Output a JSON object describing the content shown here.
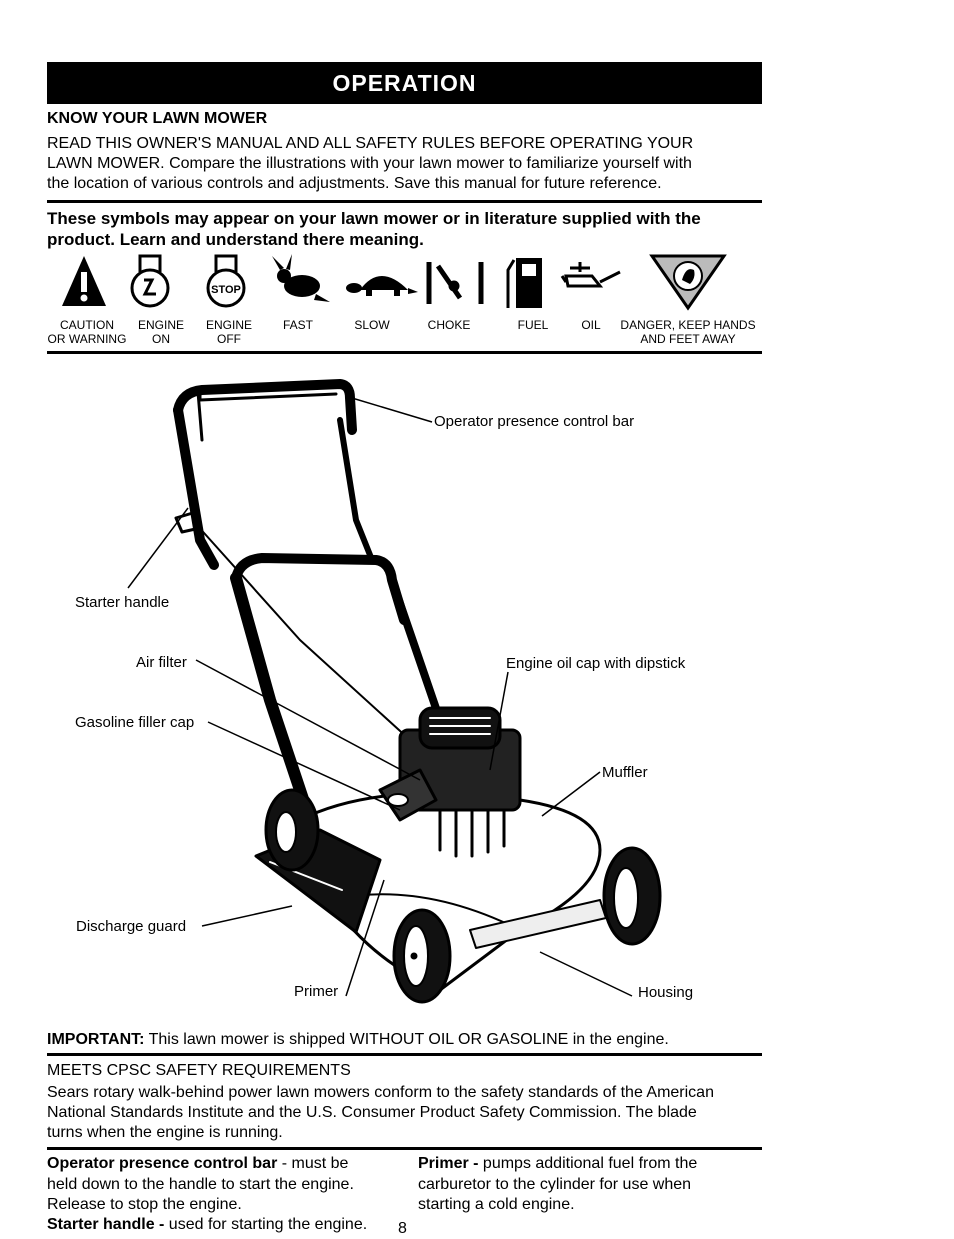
{
  "banner": "OPERATION",
  "know": {
    "heading": "KNOW YOUR LAWN MOWER",
    "line1": "READ THIS OWNER'S MANUAL AND ALL SAFETY RULES BEFORE OPERATING YOUR",
    "line2": "LAWN MOWER.  Compare the illustrations with your lawn mower to familiarize yourself with",
    "line3": "the location of various controls and adjustments.  Save this manual for future reference."
  },
  "symbols": {
    "intro1": "These symbols may appear on your lawn mower or in literature supplied with the",
    "intro2": "product. Learn and understand there meaning.",
    "items": [
      {
        "l1": "CAUTION",
        "l2": "OR WARNING",
        "icon": "warning-triangle-icon"
      },
      {
        "l1": "ENGINE",
        "l2": "ON",
        "icon": "engine-on-icon"
      },
      {
        "l1": "ENGINE",
        "l2": "OFF",
        "icon": "engine-off-icon"
      },
      {
        "l1": "FAST",
        "l2": "",
        "icon": "rabbit-icon"
      },
      {
        "l1": "SLOW",
        "l2": "",
        "icon": "turtle-icon"
      },
      {
        "l1": "CHOKE",
        "l2": "",
        "icon": "choke-icon"
      },
      {
        "l1": "FUEL",
        "l2": "",
        "icon": "fuel-pump-icon"
      },
      {
        "l1": "OIL",
        "l2": "",
        "icon": "oil-can-icon"
      },
      {
        "l1": "DANGER, KEEP HANDS",
        "l2": "AND FEET AWAY",
        "icon": "hand-blade-icon"
      }
    ],
    "stop_text": "STOP"
  },
  "callouts": {
    "operator_bar": "Operator presence control bar",
    "starter": "Starter handle",
    "air_filter": "Air filter",
    "gas_cap": "Gasoline filler cap",
    "oil_cap": "Engine oil cap with dipstick",
    "muffler": "Muffler",
    "discharge": "Discharge guard",
    "primer": "Primer",
    "housing": "Housing"
  },
  "important": {
    "label": "IMPORTANT:",
    "text": " This lawn mower is shipped WITHOUT OIL OR GASOLINE in the engine."
  },
  "cpsc": {
    "heading": "MEETS CPSC SAFETY REQUIREMENTS",
    "line1": "Sears rotary walk-behind power lawn mowers conform to the safety standards of the American",
    "line2": "National Standards Institute and the U.S. Consumer Product Safety Commission. The blade",
    "line3": "turns when the engine is running."
  },
  "defs": {
    "op_label": "Operator presence control bar",
    "op_t1": " - must  be",
    "op_t2": "held down to the handle to start the engine.",
    "op_t3": "Release to stop the engine.",
    "st_label": "Starter handle -",
    "st_t": " used for starting the engine.",
    "pr_label": "Primer -",
    "pr_t1": " pumps additional fuel from the",
    "pr_t2": "carburetor to the cylinder for use when",
    "pr_t3": "starting a cold engine."
  },
  "page_number": "8"
}
